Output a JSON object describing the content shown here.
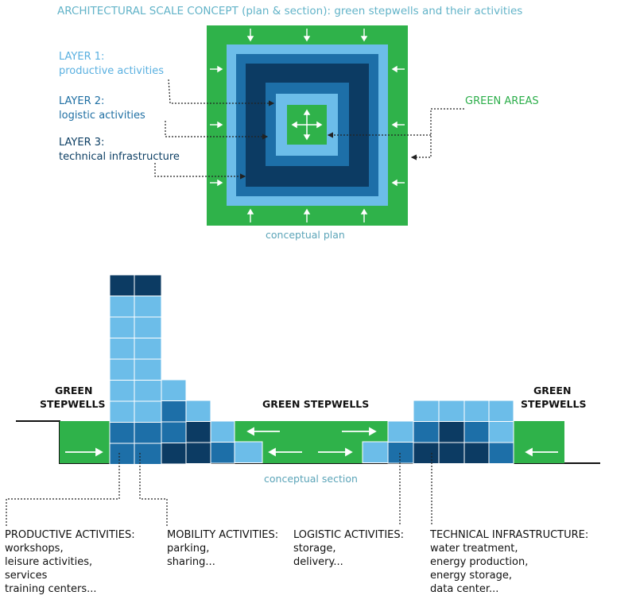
{
  "title": "ARCHITECTURAL SCALE CONCEPT (plan & section): green stepwells and their activities",
  "colors": {
    "green": "#2fb24a",
    "light_blue": "#6cbde9",
    "mid_blue": "#1d6fa8",
    "dark_blue": "#0c3b63",
    "teal_text": "#5ba4b8"
  },
  "plan": {
    "caption": "conceptual plan",
    "layers": [
      {
        "title": "LAYER 1:",
        "desc": "productive activities"
      },
      {
        "title": "LAYER 2:",
        "desc": "logistic activities"
      },
      {
        "title": "LAYER 3:",
        "desc": "technical infrastructure"
      }
    ],
    "green_label": "GREEN AREAS"
  },
  "section": {
    "caption": "conceptual section",
    "green_left": [
      "GREEN",
      "STEPWELLS"
    ],
    "green_center": "GREEN STEPWELLS",
    "green_right": [
      "GREEN",
      "STEPWELLS"
    ],
    "activities": [
      {
        "title": "PRODUCTIVE ACTIVITIES:",
        "items": [
          "workshops,",
          "leisure activities,",
          "services",
          "training centers..."
        ]
      },
      {
        "title": "MOBILITY ACTIVITIES:",
        "items": [
          "parking,",
          "sharing..."
        ]
      },
      {
        "title": "LOGISTIC ACTIVITIES:",
        "items": [
          "storage,",
          "delivery..."
        ]
      },
      {
        "title": "TECHNICAL INFRASTRUCTURE:",
        "items": [
          "water treatment,",
          "energy production,",
          "energy storage,",
          "data center..."
        ]
      }
    ]
  }
}
